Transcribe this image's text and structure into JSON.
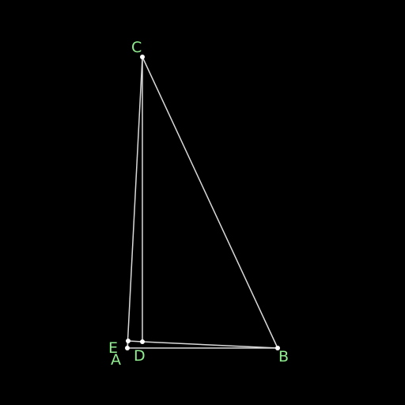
{
  "figure": {
    "background": "#000000",
    "line_color": "#d9d9d9",
    "point_color": "#ffffff",
    "label_color": "#90ee90"
  },
  "points": {
    "A": {
      "label": "A"
    },
    "B": {
      "label": "B"
    },
    "C": {
      "label": "C"
    },
    "D": {
      "label": "D"
    },
    "E": {
      "label": "E"
    }
  },
  "segments": [
    [
      "A",
      "B"
    ],
    [
      "B",
      "C"
    ],
    [
      "C",
      "A"
    ],
    [
      "C",
      "D"
    ],
    [
      "D",
      "B"
    ],
    [
      "D",
      "E"
    ],
    [
      "E",
      "A"
    ]
  ]
}
